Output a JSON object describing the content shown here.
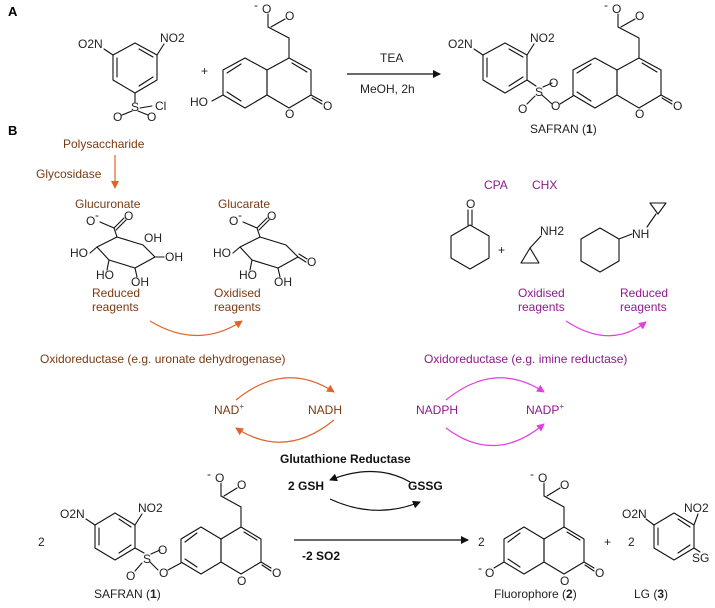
{
  "colors": {
    "black": "#111111",
    "orange": "#e0642a",
    "brown": "#7a3a10",
    "purple": "#8b1a8b",
    "magenta": "#e040e0"
  },
  "panel_a": {
    "label": "A",
    "reagent_top": "TEA",
    "reagent_bottom": "MeOH, 2h",
    "plus": "+",
    "product_name_prefix": "SAFRAN (",
    "product_name_num": "1",
    "product_name_suffix": ")",
    "atoms": {
      "o2n_1": "O2N",
      "no2_1": "NO2",
      "s": "S",
      "o_s_a": "O",
      "o_s_b": "O",
      "cl": "Cl",
      "o_minus": "O",
      "minus": "-",
      "o_carbonyl": "O",
      "ho": "HO",
      "o_ring": "O",
      "o_lactone": "O",
      "o2n_2": "O2N",
      "no2_2": "NO2",
      "s2": "S",
      "o_s2_a": "O",
      "o_s2_b": "O",
      "o_link": "O",
      "o_minus2": "O",
      "minus2": "-",
      "o_carb2": "O",
      "o_ring2": "O",
      "o_lact2": "O"
    }
  },
  "panel_b": {
    "label": "B",
    "polysaccharide": "Polysaccharide",
    "glycosidase": "Glycosidase",
    "glucuronate": "Glucuronate",
    "glucarate": "Glucarate",
    "reduced_reagents_left": [
      "Reduced",
      "reagents"
    ],
    "oxidised_reagents_left": [
      "Oxidised",
      "reagents"
    ],
    "oxidoreductase_left": "Oxidoreductase (e.g. uronate dehydrogenase)",
    "nad_plus": "NAD",
    "plus_sup": "+",
    "nadh": "NADH",
    "cpa": "CPA",
    "chx": "CHX",
    "nh2": "NH2",
    "nh": "NH",
    "o_ketone": "O",
    "oxidised_reagents_right": [
      "Oxidised",
      "reagents"
    ],
    "reduced_reagents_right": [
      "Reduced",
      "reagents"
    ],
    "oxidoreductase_right": "Oxidoreductase (e.g. imine reductase)",
    "nadph": "NADPH",
    "nadp_plus": "NADP",
    "glutathione_reductase": "Glutathione Reductase",
    "two_gsh": "2 GSH",
    "gssg": "GSSG",
    "minus_so2": "-2 SO2",
    "coef_2_a": "2",
    "coef_2_b": "2",
    "coef_2_c": "2",
    "plus": "+",
    "safran_prefix": "SAFRAN (",
    "safran_num": "1",
    "safran_suffix": ")",
    "fluorophore_prefix": "Fluorophore (",
    "fluorophore_num": "2",
    "fluorophore_suffix": ")",
    "lg_prefix": "LG (",
    "lg_num": "3",
    "lg_suffix": ")",
    "sugar_atoms": {
      "o_top": "O",
      "o_minus": "-",
      "o_ring": "O",
      "ho_1": "HO",
      "ho_2": "HO",
      "oh_1": "OH",
      "oh_2": "OH",
      "oh_3": "OH",
      "o_top2": "O",
      "o_minus2": "-",
      "o_ring2": "O",
      "ho_3": "HO",
      "ho_4": "HO",
      "oh_4": "OH",
      "o_lac": "O"
    },
    "bottom_atoms": {
      "o2n_b": "O2N",
      "no2_b": "NO2",
      "s_b": "S",
      "o_sb_a": "O",
      "o_sb_b": "O",
      "o_link_b": "O",
      "o_m_b": "O",
      "m_b": "-",
      "o_c_b": "O",
      "o_r_b": "O",
      "o_l_b": "O",
      "o_m_f": "O",
      "m_f": "-",
      "o_c_f": "O",
      "o_r_f": "O",
      "o_l_f": "O",
      "o_phen": "O",
      "m_phen": "-",
      "o2n_lg": "O2N",
      "no2_lg": "NO2",
      "sg": "SG"
    }
  }
}
